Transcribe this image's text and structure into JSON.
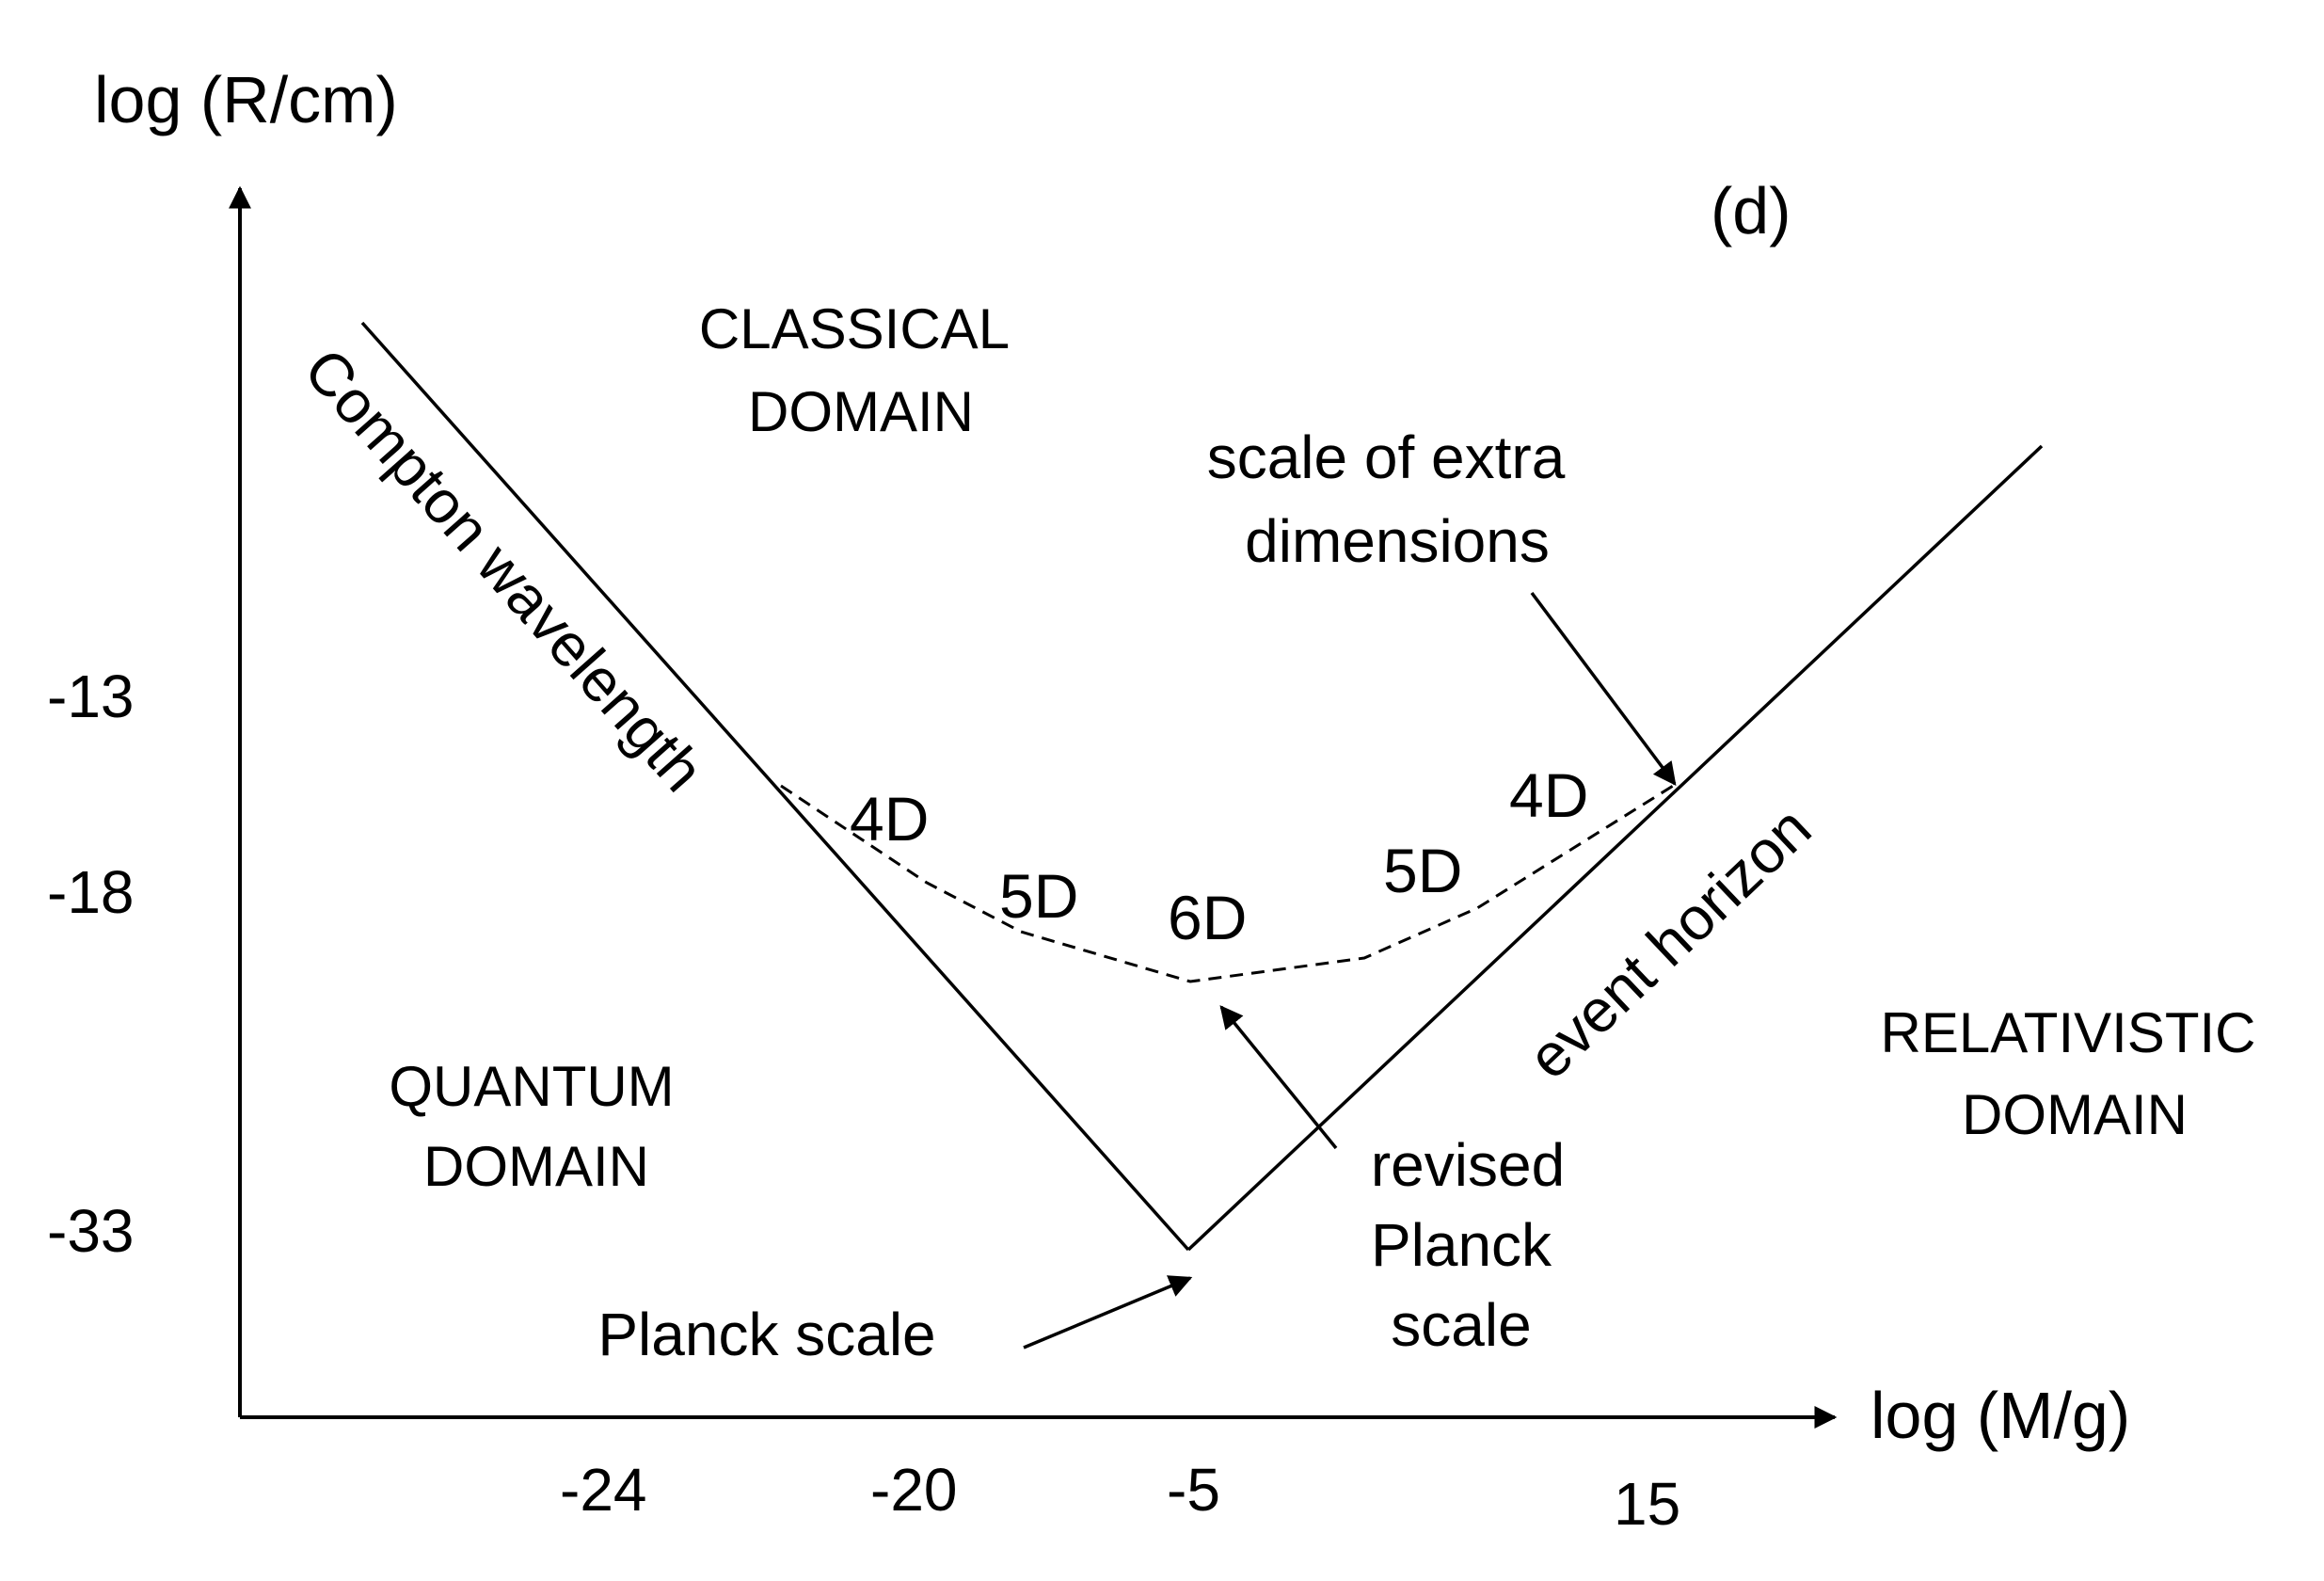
{
  "panel_label": "(d)",
  "axes": {
    "y_title": "log (R/cm)",
    "x_title": "log (M/g)",
    "y_ticks": [
      "-13",
      "-18",
      "-33"
    ],
    "x_ticks": [
      "-24",
      "-20",
      "-5",
      "15"
    ]
  },
  "regions": {
    "classical": [
      "CLASSICAL",
      "DOMAIN"
    ],
    "quantum": [
      "QUANTUM",
      "DOMAIN"
    ],
    "relativistic": [
      "RELATIVISTIC",
      "DOMAIN"
    ]
  },
  "curves": {
    "compton": "Compton wavelength",
    "horizon": "event horizon"
  },
  "dimension_labels": {
    "left_4d": "4D",
    "left_5d": "5D",
    "center_6d": "6D",
    "right_5d": "5D",
    "right_4d": "4D"
  },
  "annotations": {
    "extra_dims": [
      "scale of extra",
      "dimensions"
    ],
    "revised_planck": [
      "revised",
      "Planck",
      "scale"
    ],
    "planck_scale": "Planck scale"
  },
  "colors": {
    "ink": "#000000",
    "background": "#ffffff"
  }
}
